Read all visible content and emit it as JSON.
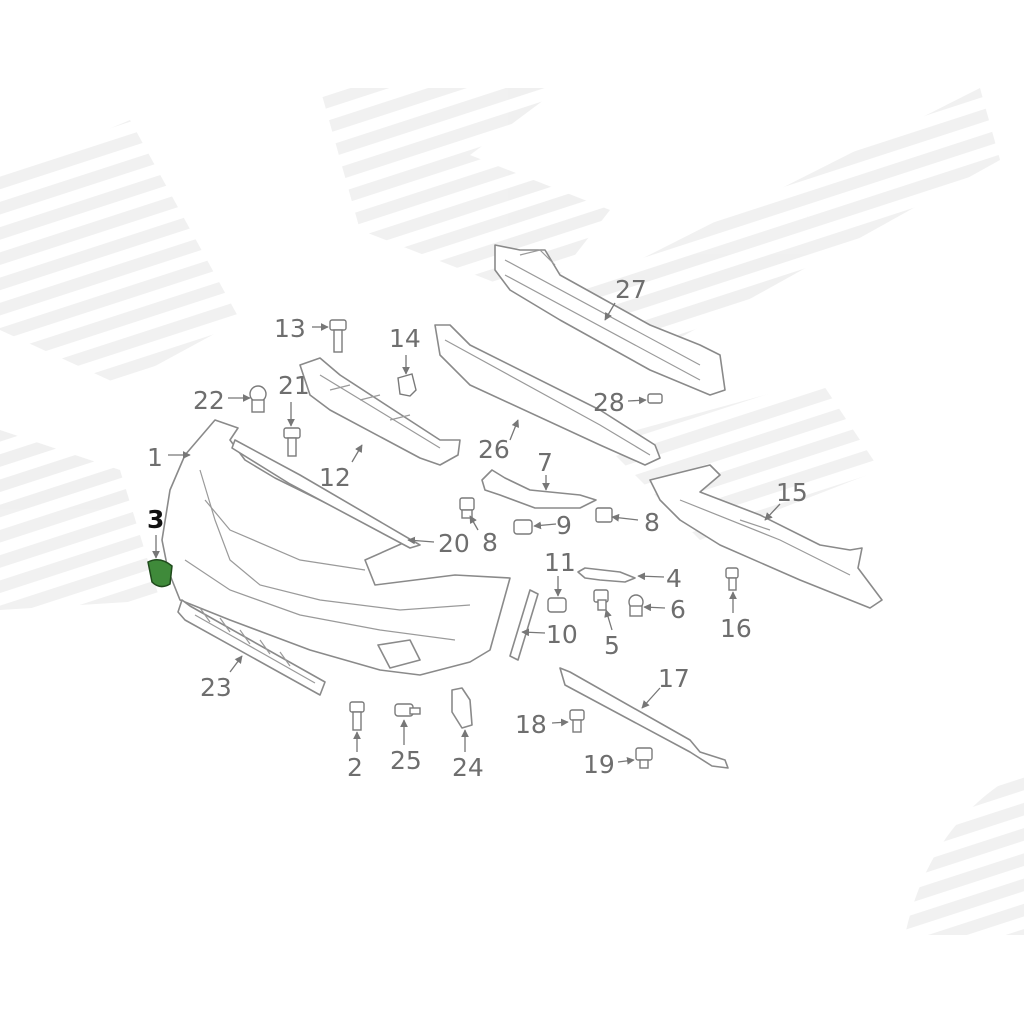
{
  "callouts": [
    {
      "id": "1",
      "text": "1"
    },
    {
      "id": "2",
      "text": "2"
    },
    {
      "id": "3",
      "text": "3",
      "highlight": true
    },
    {
      "id": "4",
      "text": "4"
    },
    {
      "id": "5",
      "text": "5"
    },
    {
      "id": "6",
      "text": "6"
    },
    {
      "id": "7",
      "text": "7"
    },
    {
      "id": "8a",
      "text": "8"
    },
    {
      "id": "8b",
      "text": "8"
    },
    {
      "id": "9",
      "text": "9"
    },
    {
      "id": "10",
      "text": "10"
    },
    {
      "id": "11",
      "text": "11"
    },
    {
      "id": "12",
      "text": "12"
    },
    {
      "id": "13",
      "text": "13"
    },
    {
      "id": "14",
      "text": "14"
    },
    {
      "id": "15",
      "text": "15"
    },
    {
      "id": "16",
      "text": "16"
    },
    {
      "id": "17",
      "text": "17"
    },
    {
      "id": "18",
      "text": "18"
    },
    {
      "id": "19",
      "text": "19"
    },
    {
      "id": "20",
      "text": "20"
    },
    {
      "id": "21",
      "text": "21"
    },
    {
      "id": "22",
      "text": "22"
    },
    {
      "id": "23",
      "text": "23"
    },
    {
      "id": "24",
      "text": "24"
    },
    {
      "id": "25",
      "text": "25"
    },
    {
      "id": "26",
      "text": "26"
    },
    {
      "id": "27",
      "text": "27"
    },
    {
      "id": "28",
      "text": "28"
    }
  ],
  "colors": {
    "background": "#ffffff",
    "line": "#8a8a8a",
    "label": "#6e6e6e",
    "highlight_part": "#3f8a3a",
    "highlight_label": "#111111",
    "watermark": "#eeeeee"
  }
}
